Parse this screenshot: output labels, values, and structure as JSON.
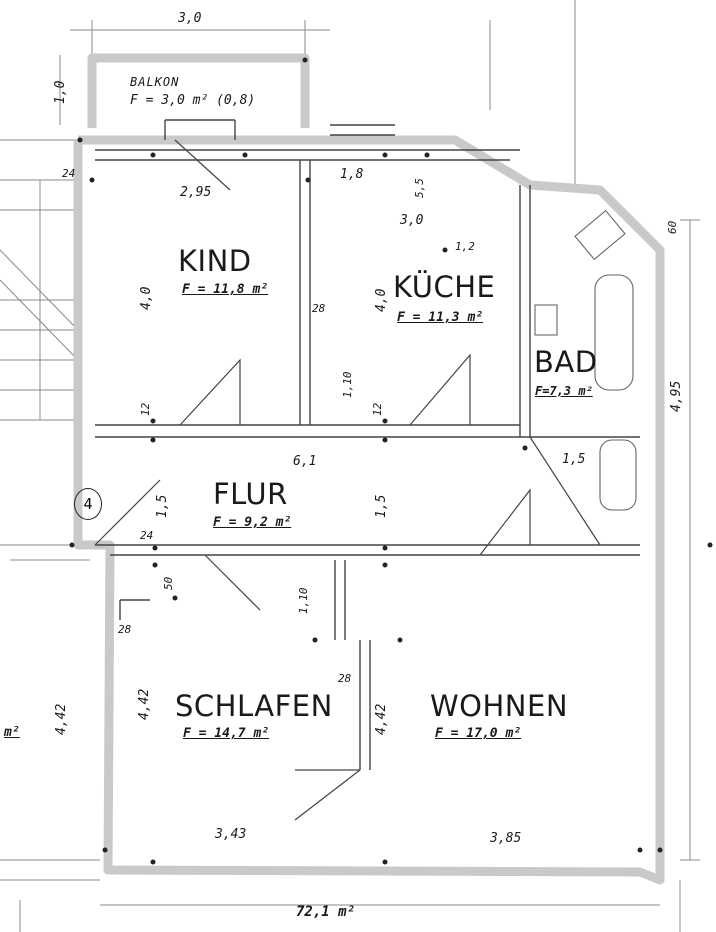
{
  "rooms": {
    "kind": {
      "name": "KIND",
      "area": "F = 11,8 m²"
    },
    "kueche": {
      "name": "KÜCHE",
      "area": "F = 11,3 m²"
    },
    "bad": {
      "name": "BAD",
      "area": "F=7,3 m²"
    },
    "flur": {
      "name": "FLUR",
      "area": "F = 9,2 m²"
    },
    "schlafen": {
      "name": "SCHLAFEN",
      "area": "F = 14,7 m²"
    },
    "wohnen": {
      "name": "WOHNEN",
      "area": "F = 17,0 m²"
    },
    "balkon": {
      "name": "BALKON",
      "area": "F = 3,0 m² (0,8)"
    }
  },
  "dimensions": {
    "balkon_width": "3,0",
    "balkon_depth": "1,0",
    "kind_width": "2,95",
    "kueche_top": "1,8",
    "kueche_width": "3,0",
    "kueche_small": "1,2",
    "kueche_side": "5,5",
    "kueche_height": "4,0",
    "kind_height": "4,0",
    "flur_length": "6,1",
    "flur_w1": "1,5",
    "flur_w2": "1,5",
    "bad_width": "1,5",
    "total_height": "4,95",
    "schlafen_width": "3,43",
    "wohnen_width": "3,85",
    "schlafen_height": "4,42",
    "wohnen_height": "4,42",
    "left_outside_height": "4,42",
    "corner_60": "60",
    "wall_24a": "24",
    "wall_24b": "24",
    "wall_28a": "28",
    "wall_28b": "28",
    "wall_28c": "28",
    "wall_12a": "12",
    "wall_12b": "12",
    "door_110a": "1,10",
    "door_110b": "1,10",
    "door_50": "50",
    "outside_m2": "m²",
    "total_area": "72,1 m²",
    "marker": "4"
  },
  "colors": {
    "wall_highlight": "#c9c9c9",
    "ink": "#1a1a1a",
    "line": "#555555"
  }
}
